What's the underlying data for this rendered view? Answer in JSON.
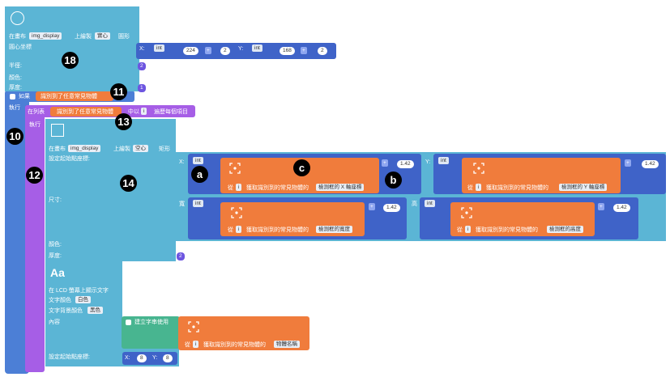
{
  "circle_block": {
    "on_canvas": "在畫布",
    "canvas_name": "img_display",
    "draw_on": "上繪製",
    "fill_mode": "實心",
    "shape_name": "圓形",
    "center_coord": "圓心坐標",
    "radius": "半徑:",
    "color": "顏色:",
    "thickness": "厚度:",
    "x_label": "X:",
    "y_label": "Y:",
    "x_type": "int",
    "x_value": "224",
    "x_op": "+",
    "x_operand": "2",
    "y_type": "int",
    "y_value": "168",
    "y_op": "+",
    "y_operand": "2",
    "radius_value": "2",
    "color_label": "顏色",
    "thickness_value": "1"
  },
  "if_block": {
    "if_label": "如果",
    "do_label": "執行",
    "condition": "識別到了任意常見物體"
  },
  "foreach_block": {
    "in_list": "在列表",
    "list_value": "識別到了任意常見物體",
    "with_label": "中以",
    "var_name": "i",
    "traverse": "遍歷每個項目",
    "do_label": "執行"
  },
  "rect_block": {
    "on_canvas": "在畫布",
    "canvas_name": "img_display",
    "draw_on": "上繪製",
    "fill_mode": "空心",
    "shape_name": "矩形",
    "start_coord": "設定起始點座標:",
    "size": "尺寸:",
    "color": "顏色:",
    "thickness": "厚度:",
    "x_label": "X:",
    "y_label": "Y:",
    "w_label": "寬",
    "h_label": "高",
    "type_int": "int",
    "get_from": "從",
    "var_i": "i",
    "get_text": "獲取識別到的常見物體的",
    "field_x": "檢測框的 X 軸座標",
    "field_y": "檢測框的 Y 軸座標",
    "field_w": "檢測框的寬度",
    "field_h": "檢測框的高度",
    "op": "+",
    "multiplier": "1.42",
    "color_label": "顏色",
    "thickness_value": "2"
  },
  "lcd_block": {
    "title": "在 LCD 螢幕上顯示文字",
    "text_color": "文字顏色",
    "text_color_value": "白色",
    "bg_color": "文字背景顏色",
    "bg_color_value": "黑色",
    "content": "內容",
    "create_string": "建立字串使用",
    "get_from": "從",
    "var_i": "i",
    "get_text": "獲取識別到的常見物體的",
    "field_name": "物體名稱",
    "start_coord": "設定起始點座標:",
    "x_label": "X:",
    "x_value": "8",
    "y_label": "Y:",
    "y_value": "8",
    "aa_glyph": "Aa"
  },
  "annotations": {
    "n18": "18",
    "n11": "11",
    "n13": "13",
    "n10": "10",
    "n12": "12",
    "n14": "14",
    "na": "a",
    "nb": "b",
    "nc": "c"
  }
}
